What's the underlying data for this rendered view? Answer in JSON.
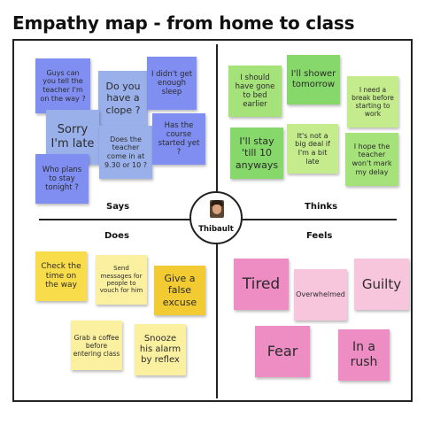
{
  "title": "Empathy map - from home to class",
  "center": {
    "name": "Thibault"
  },
  "quadrants": {
    "says": "Says",
    "thinks": "Thinks",
    "does": "Does",
    "feels": "Feels"
  },
  "colors": {
    "blue": "#9ab0ea",
    "purple": "#7f8ef0",
    "green": "#a6e27a",
    "yellow": "#f9dc4a",
    "lightyellow": "#fbf0a0",
    "pink": "#ee8cc4",
    "lightpink": "#f8c6dc"
  },
  "notes": {
    "says": [
      "Guys can\nyou tell the\nteacher I'm\non the way ?",
      "Do you\nhave a\nclope ?",
      "I didn't get\nenough\nsleep",
      "Sorry\nI'm late",
      "Does the\nteacher\ncome in at\n9.30 or 10 ?",
      "Has the\ncourse\nstarted yet\n?",
      "Who plans\nto stay\ntonight ?"
    ],
    "thinks": [
      "I should\nhave gone\nto bed\nearlier",
      "I'll shower\ntomorrow",
      "I need a\nbreak before\nstarting to\nwork",
      "I'll stay\n'till 10\nanyways",
      "It's not a\nbig deal if\nI'm a bit\nlate",
      "I hope the\nteacher\nwon't mark\nmy delay"
    ],
    "does": [
      "Check the\ntime on\nthe way",
      "Send\nmessages for\npeople to\nvouch for him",
      "Give a\nfalse\nexcuse",
      "Grab a coffee\nbefore\nentering class",
      "Snooze\nhis alarm\nby reflex"
    ],
    "feels": [
      "Tired",
      "Overwhelmed",
      "Guilty",
      "Fear",
      "In a\nrush"
    ]
  }
}
